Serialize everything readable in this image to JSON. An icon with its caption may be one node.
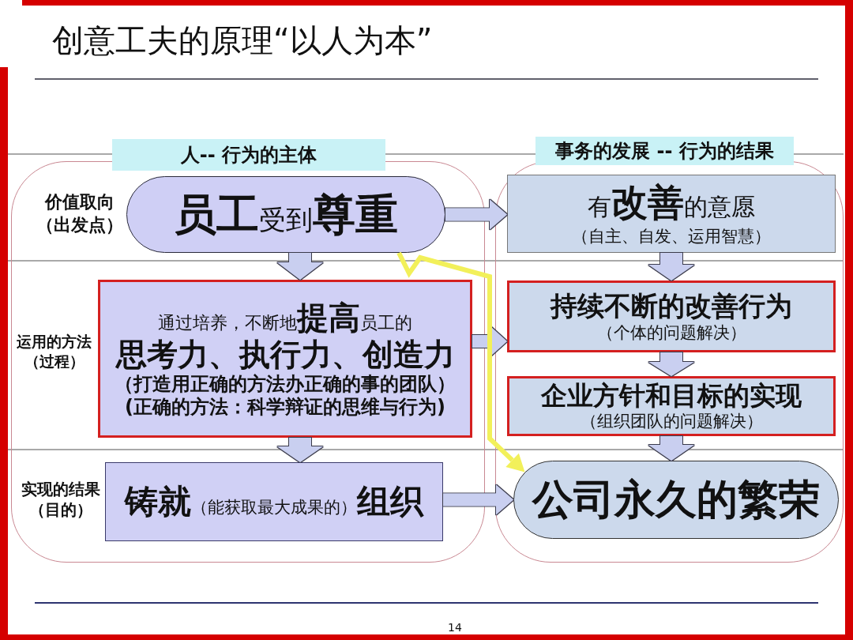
{
  "diagram": {
    "title": "创意工夫的原理“以人为本”",
    "nodes": [
      {
        "text": [
          "人-- 行为的主体"
        ]
      },
      {
        "text": [
          "事务的发展 -- 行为的结果"
        ]
      },
      {
        "text": [
          "**员工**受到**尊重**"
        ],
        "in": 0
      },
      {
        "text": [
          "通过培养，不断地**提高**员工的",
          "思考力、执行力、创造力",
          "（打造用正确的方法办正确的事的团队）",
          "(正确的方法：科学辩证的思维与行为)"
        ],
        "in": 0
      },
      {
        "text": [
          "**铸就**（能获取最大成果的）**组织**"
        ],
        "in": 0
      },
      {
        "text": [
          "有**改善**的意愿",
          "（自主、自发、运用智慧）"
        ],
        "in": 1
      },
      {
        "text": [
          "持续不断的改善行为",
          "（个体的问题解决）"
        ],
        "in": 1
      },
      {
        "text": [
          "企业方针和目标的实现",
          "（组织团队的问题解决）"
        ],
        "in": 1
      },
      {
        "text": [
          "公司永久的繁荣"
        ],
        "in": 1
      }
    ],
    "edges": [
      {
        "from": 2,
        "to": 3,
        "arrow": "to"
      },
      {
        "from": 3,
        "to": 4,
        "arrow": "to"
      },
      {
        "from": 2,
        "to": 5,
        "arrow": "to"
      },
      {
        "from": 3,
        "to": 6,
        "arrow": "to"
      },
      {
        "from": 4,
        "to": 8,
        "arrow": "to"
      },
      {
        "from": 5,
        "to": 6,
        "arrow": "to"
      },
      {
        "from": 6,
        "to": 7,
        "arrow": "to"
      },
      {
        "from": 7,
        "to": 8,
        "arrow": "to"
      },
      {
        "from": 2,
        "to": 8,
        "arrow": "to",
        "color": "#f2f05a"
      }
    ],
    "labels": [
      "价值取向（出发点）",
      "运用的方法（过程）",
      "实现的结果（目的）",
      "14"
    ]
  }
}
